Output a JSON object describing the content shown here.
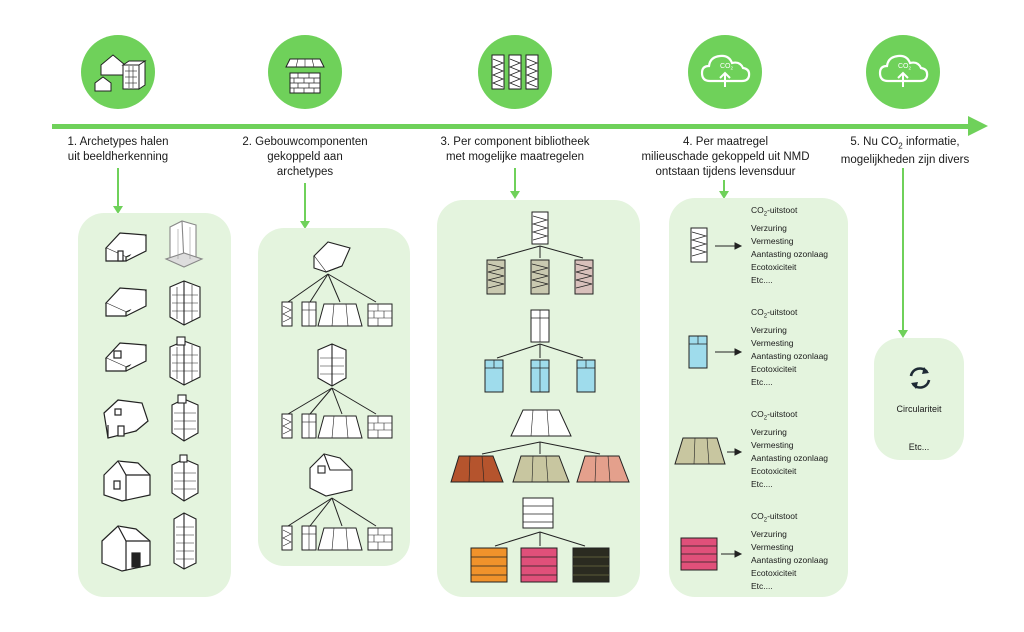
{
  "steps": [
    {
      "label": "1. Archetypes halen\nuit beeldherkenning",
      "icon": "houses-icon"
    },
    {
      "label": "2. Gebouwcomponenten\ngekoppeld aan\narchetypes",
      "icon": "components-icon"
    },
    {
      "label": "3. Per component bibliotheek\nmet mogelijke maatregelen",
      "icon": "insulation-icon"
    },
    {
      "label": "4. Per maatregel\nmilieuschade gekoppeld uit NMD\nontstaan tijdens levensduur",
      "icon": "co2-cloud-icon"
    },
    {
      "label_pre": "5. Nu CO",
      "label_sub": "2",
      "label_post": " informatie,\nmogelijkheden zijn divers",
      "icon": "co2-cloud-icon"
    }
  ],
  "cloud_text": "CO",
  "cloud_sub": "2",
  "effects": {
    "co2_pre": "CO",
    "co2_sub": "2",
    "co2_post": "-uitstoot",
    "list": "Verzuring\nVermesting\nAantasting ozonlaag\nEcotoxiciteit\nEtc...."
  },
  "circularity": {
    "label": "Circulariteit",
    "etc": "Etc...",
    "icon": "refresh-icon"
  },
  "colors": {
    "green": "#6fd15a",
    "panel": "#e4f4de",
    "window": "#9fdcec",
    "orange_brick": "#f0922b",
    "pink_brick": "#e0507a",
    "dark_brick": "#2b2b20",
    "rust_wood": "#b5542d",
    "olive_wood": "#c8c6a0",
    "salmon_wood": "#e4a08c"
  }
}
